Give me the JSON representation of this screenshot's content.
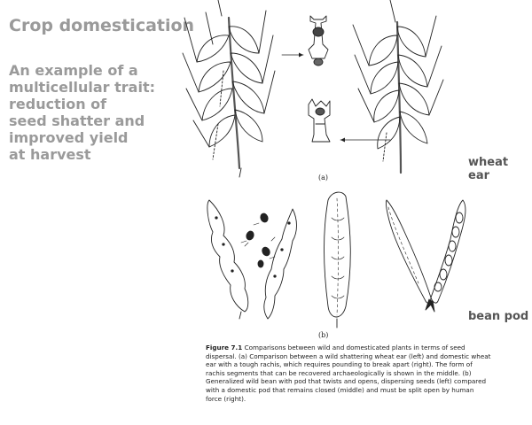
{
  "slide": {
    "heading": "Crop domestication",
    "body_lines": [
      "An example of a",
      "multicellular trait:",
      "reduction of",
      "seed shatter and",
      "improved yield",
      "at harvest"
    ],
    "wheat_label": "wheat ear",
    "bean_label": "bean pod"
  },
  "figure": {
    "panel_a": "(a)",
    "panel_b": "(b)",
    "caption_number": "Figure 7.1",
    "caption_lines": [
      "Comparisons between wild and domesticated plants in terms of seed",
      "dispersal. (a) Comparison between a wild shattering wheat ear (left) and domestic wheat",
      "ear with a tough rachis, which requires pounding to break apart (right). The form of",
      "rachis segments that can be recovered archaeologically is shown in the middle. (b)",
      "Generalized wild bean with pod that twists and opens, dispersing seeds (left) compared",
      "with a domestic pod that remains closed (middle) and must be split open by human",
      "force (right)."
    ]
  },
  "colors": {
    "title_gray": "#9a9a9a",
    "line_art": "#222222",
    "caption_text": "#222222"
  }
}
